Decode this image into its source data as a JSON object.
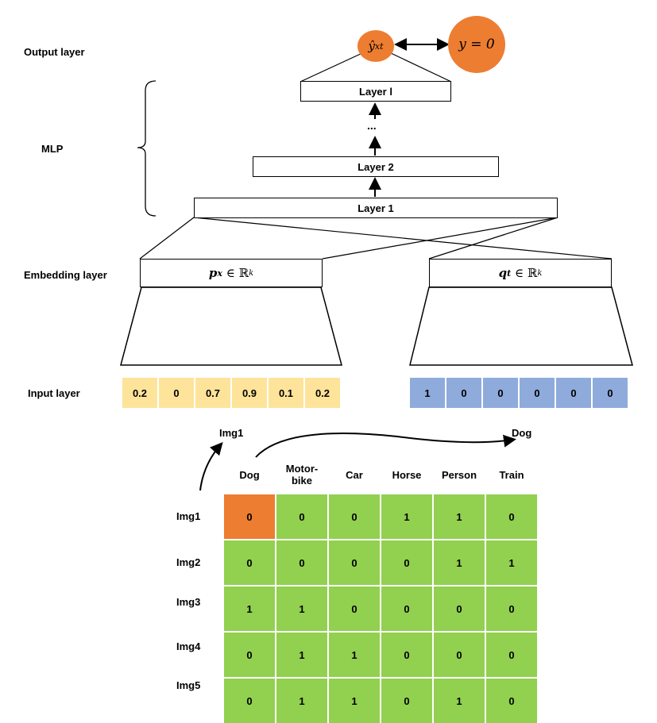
{
  "labels": {
    "output": "Output layer",
    "mlp": "MLP",
    "embedding": "Embedding layer",
    "input": "Input layer"
  },
  "output": {
    "prediction": "ŷ",
    "prediction_sub": "xt",
    "target": "y = 0"
  },
  "mlp_layers": {
    "top": "Layer l",
    "ellipsis": "...",
    "middle": "Layer 2",
    "bottom": "Layer 1"
  },
  "embeddings": {
    "left_var": "p",
    "left_sub": "x",
    "right_var": "q",
    "right_sub": "t",
    "set": "∈ ℝ",
    "exp": "k"
  },
  "input_left": [
    "0.2",
    "0",
    "0.7",
    "0.9",
    "0.1",
    "0.2"
  ],
  "input_right": [
    "1",
    "0",
    "0",
    "0",
    "0",
    "0"
  ],
  "arrow_labels": {
    "start": "Img1",
    "end": "Dog"
  },
  "matrix": {
    "columns": [
      "Dog",
      "Motor-\nbike",
      "Car",
      "Horse",
      "Person",
      "Train"
    ],
    "rows": [
      {
        "name": "Img1",
        "values": [
          "0",
          "0",
          "0",
          "1",
          "1",
          "0"
        ]
      },
      {
        "name": "Img2",
        "values": [
          "0",
          "0",
          "0",
          "0",
          "1",
          "1"
        ]
      },
      {
        "name": "Img3",
        "values": [
          "1",
          "1",
          "0",
          "0",
          "0",
          "0"
        ]
      },
      {
        "name": "Img4",
        "values": [
          "0",
          "1",
          "1",
          "0",
          "0",
          "0"
        ]
      },
      {
        "name": "Img5",
        "values": [
          "0",
          "1",
          "1",
          "0",
          "1",
          "0"
        ]
      }
    ],
    "highlight": {
      "row": 0,
      "col": 0,
      "color": "#ed7d31"
    },
    "cell_color": "#92d050"
  },
  "colors": {
    "input_left": "#fde49a",
    "input_right": "#8fabdc",
    "circle": "#ed7d31"
  }
}
